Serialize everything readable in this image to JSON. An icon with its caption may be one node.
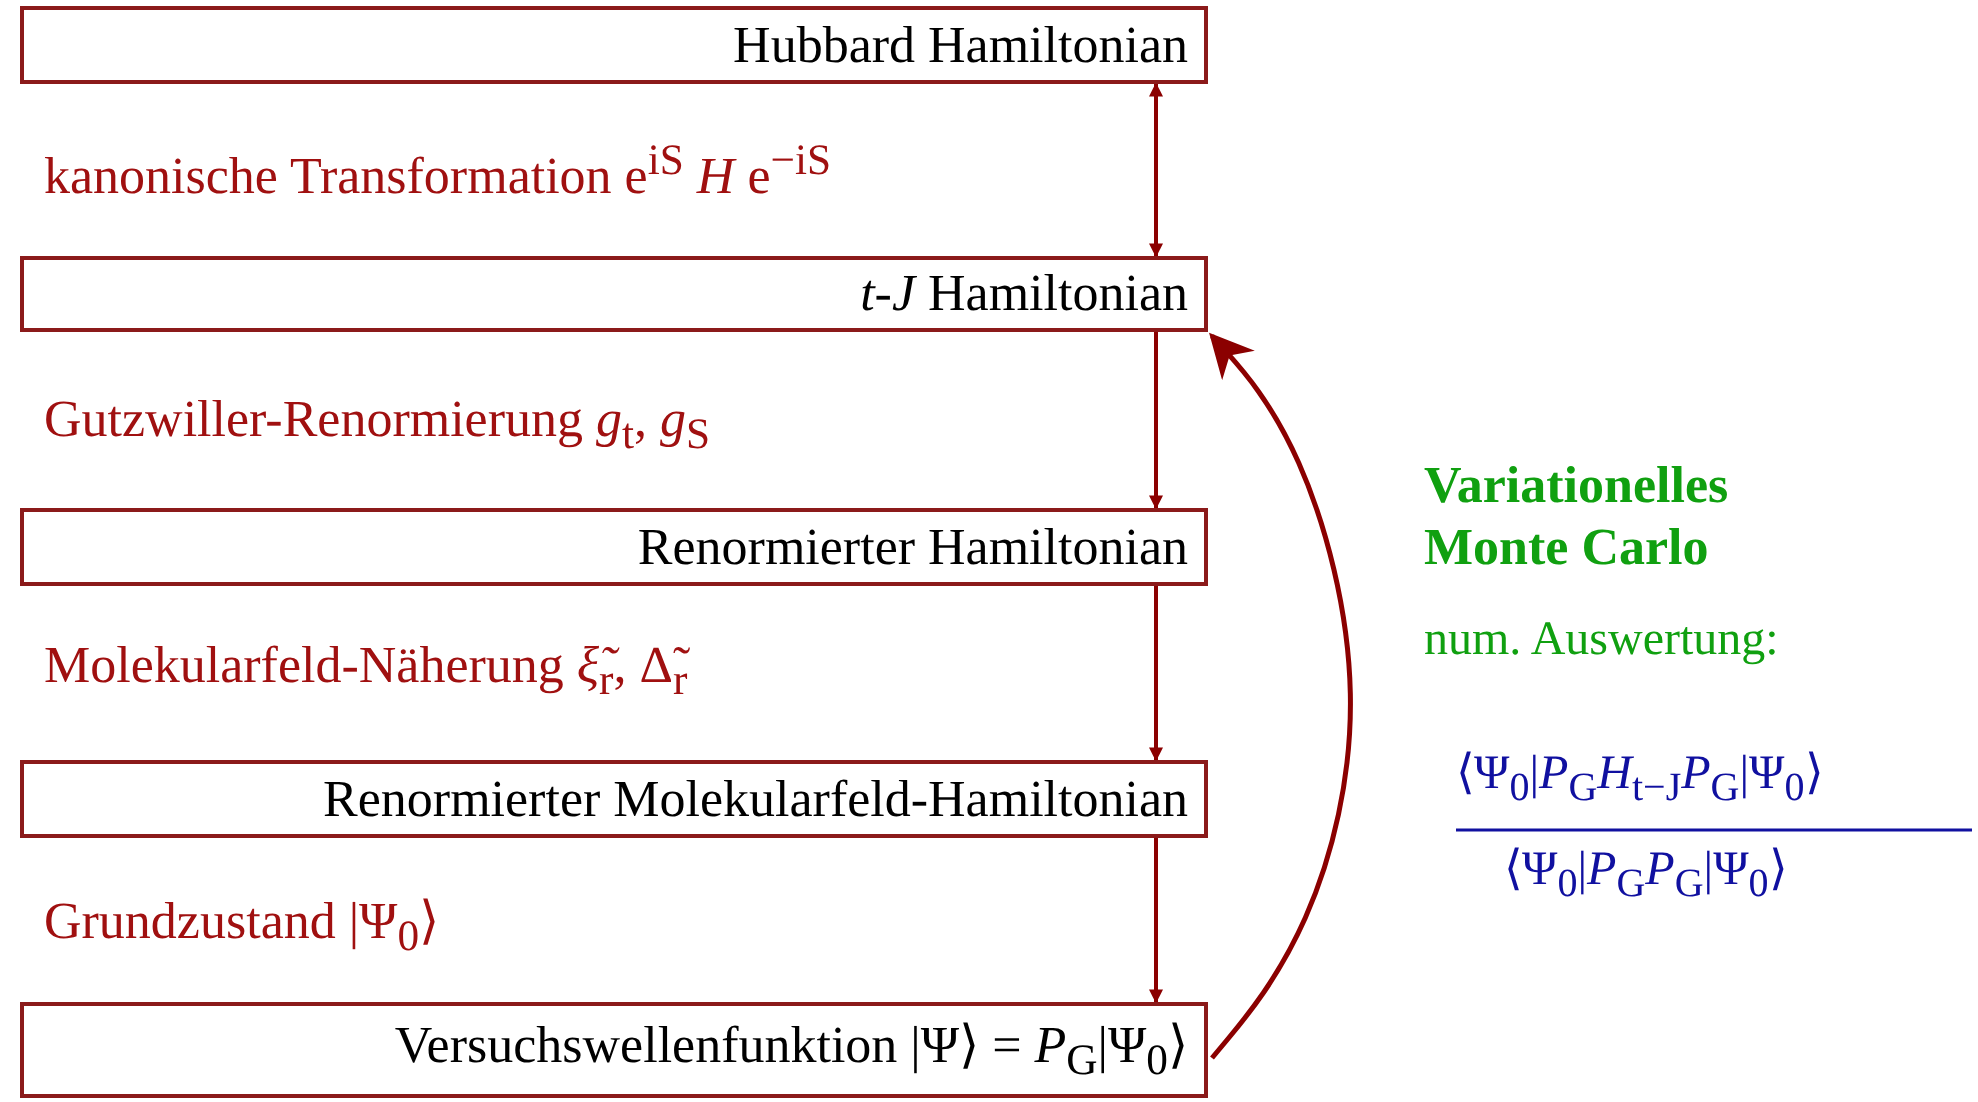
{
  "diagram": {
    "nodes": [
      {
        "text": [
          "Hubbard Hamiltonian"
        ]
      },
      {
        "text": [
          "*t*-*J* Hamiltonian"
        ]
      },
      {
        "text": [
          "Renormierter Hamiltonian"
        ]
      },
      {
        "text": [
          "Renormierter Molekularfeld-Hamiltonian"
        ]
      },
      {
        "text": [
          "Versuchswellenfunktion |Ψ⟩ = *P*$_{G}$|Ψ$_{0}$⟩"
        ]
      }
    ],
    "edges": [
      {
        "from": 0,
        "to": 1,
        "arrow": "both"
      },
      {
        "from": 1,
        "to": 2,
        "arrow": "to"
      },
      {
        "from": 2,
        "to": 3,
        "arrow": "to"
      },
      {
        "from": 3,
        "to": 4,
        "arrow": "to"
      },
      {
        "from": 4,
        "to": 1,
        "arrow": "to"
      }
    ],
    "labels": [
      "kanonische Transformation  e$^{iS}$ *H* e$^{−iS}$",
      "Gutzwiller-Renormierung  *g*$_{t}$, *g*$_{S}$",
      "Molekularfeld-Näherung  *ξ̃*$_{r}$,  Δ̃$_{r}$",
      "Grundzustand  |Ψ$_{0}$⟩",
      "Variationelles Monte Carlo",
      "num. Auswertung:",
      "⟨Ψ$_{0}$|*P*$_{G}$*H*$_{t−J}$*P*$_{G}$|Ψ$_{0}$⟩",
      "⟨Ψ$_{0}$|*P*$_{G}$*P*$_{G}$|Ψ$_{0}$⟩"
    ]
  }
}
